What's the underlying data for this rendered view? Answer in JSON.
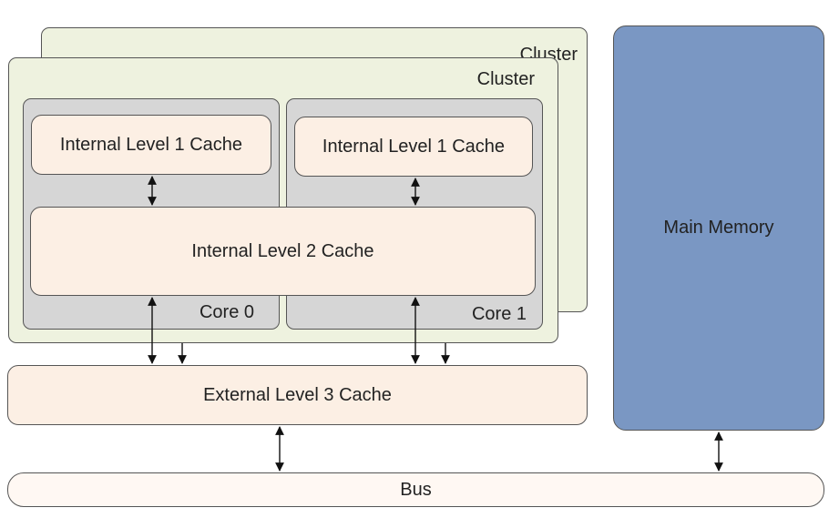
{
  "cluster_back": {
    "label": "Cluster"
  },
  "cluster_front": {
    "label": "Cluster"
  },
  "core0": {
    "label": "Core 0",
    "l1_label": "Internal Level 1 Cache"
  },
  "core1": {
    "label": "Core 1",
    "l1_label": "Internal Level 1 Cache"
  },
  "l2_label": "Internal Level 2 Cache",
  "l3_label": "External Level 3 Cache",
  "main_memory_label": "Main Memory",
  "bus_label": "Bus",
  "colors": {
    "cluster_fill": "#eef2df",
    "core_fill": "#d6d6d6",
    "cache_fill": "#fcefe4",
    "memory_fill": "#7a97c3",
    "bus_fill": "#fff8f3"
  }
}
